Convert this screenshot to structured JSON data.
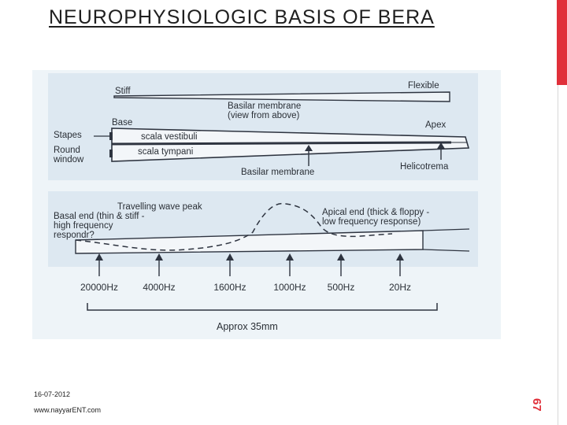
{
  "slide": {
    "title": "NEUROPHYSIOLOGIC BASIS OF BERA",
    "date": "16-07-2012",
    "website": "www.nayyarENT.com",
    "page_number": "67",
    "accent_color": "#e0303a"
  },
  "top_panel": {
    "stiff_label": "Stiff",
    "flexible_label": "Flexible",
    "basilar_view_label_line1": "Basilar membrane",
    "basilar_view_label_line2": "(view from above)",
    "base_label": "Base",
    "apex_label": "Apex",
    "stapes_label": "Stapes",
    "round_window_line1": "Round",
    "round_window_line2": "window",
    "scala_vestibuli_label": "scala vestibuli",
    "scala_tympani_label": "scala tympani",
    "basilar_membrane_label": "Basilar membrane",
    "helicotrema_label": "Helicotrema"
  },
  "bottom_panel": {
    "wave_peak_label": "Travelling wave peak",
    "basal_end_line1": "Basal end (thin & stiff -",
    "basal_end_line2": "high frequency",
    "basal_end_line3": "respondr?",
    "apical_end_line1": "Apical end (thick & floppy -",
    "apical_end_line2": "low frequency response)",
    "frequencies": [
      "20000Hz",
      "4000Hz",
      "1600Hz",
      "1000Hz",
      "500Hz",
      "20Hz"
    ],
    "length_label": "Approx 35mm"
  }
}
